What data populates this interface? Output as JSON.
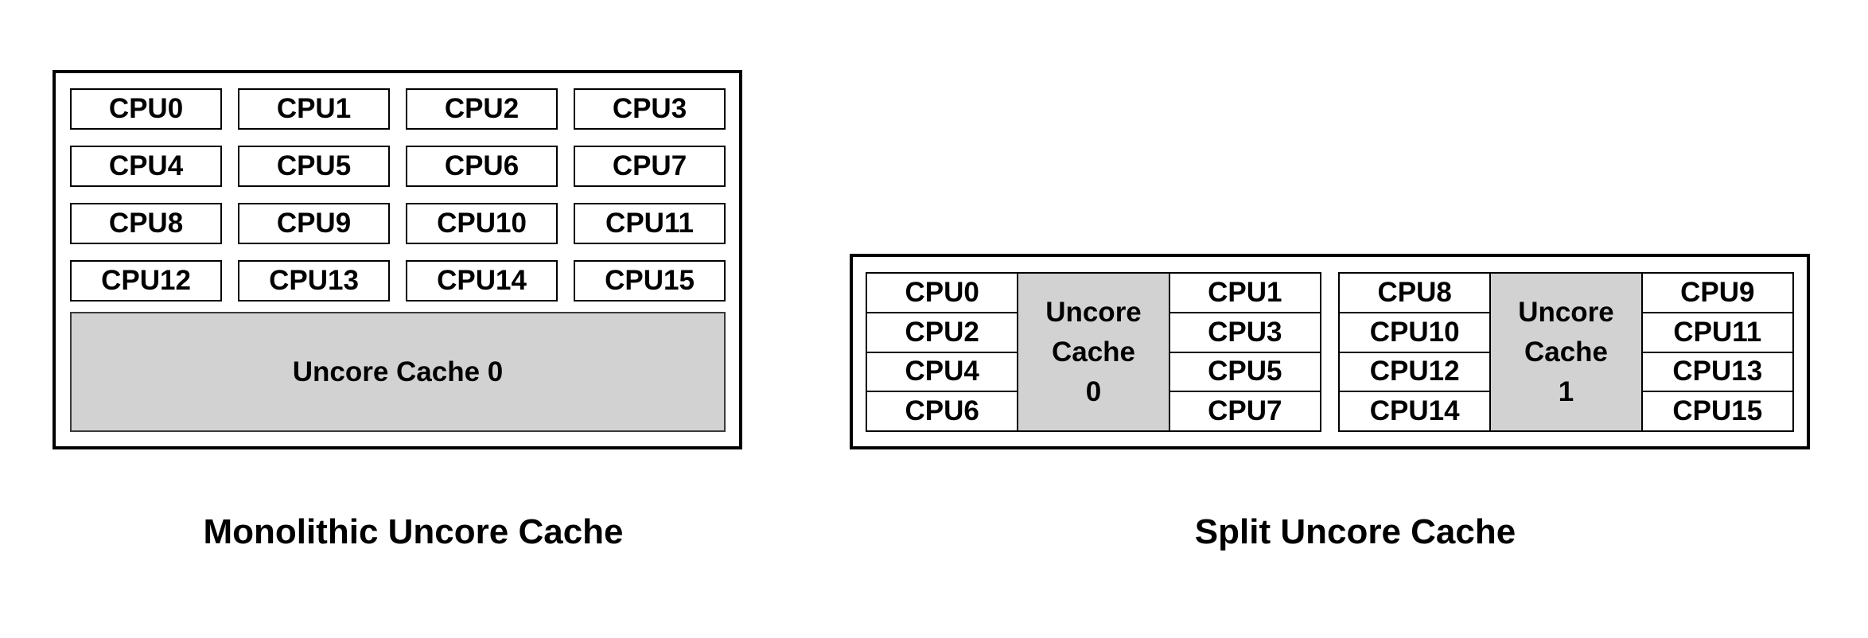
{
  "monolithic": {
    "caption": "Monolithic Uncore Cache",
    "cpus": [
      "CPU0",
      "CPU1",
      "CPU2",
      "CPU3",
      "CPU4",
      "CPU5",
      "CPU6",
      "CPU7",
      "CPU8",
      "CPU9",
      "CPU10",
      "CPU11",
      "CPU12",
      "CPU13",
      "CPU14",
      "CPU15"
    ],
    "cache_label": "Uncore Cache 0"
  },
  "split": {
    "caption": "Split Uncore Cache",
    "groups": [
      {
        "left_cpus": [
          "CPU0",
          "CPU2",
          "CPU4",
          "CPU6"
        ],
        "cache_lines": [
          "Uncore",
          "Cache",
          "0"
        ],
        "right_cpus": [
          "CPU1",
          "CPU3",
          "CPU5",
          "CPU7"
        ]
      },
      {
        "left_cpus": [
          "CPU8",
          "CPU10",
          "CPU12",
          "CPU14"
        ],
        "cache_lines": [
          "Uncore",
          "Cache",
          "1"
        ],
        "right_cpus": [
          "CPU9",
          "CPU11",
          "CPU13",
          "CPU15"
        ]
      }
    ]
  },
  "colors": {
    "cache_fill": "#d2d2d2",
    "border": "#000000",
    "background": "#ffffff",
    "text": "#000000"
  }
}
